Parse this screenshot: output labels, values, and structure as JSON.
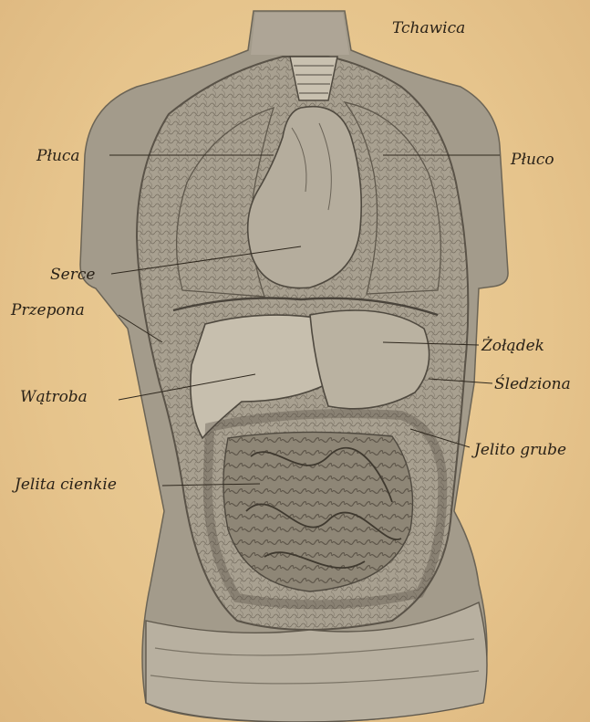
{
  "labels": {
    "tchawica": "Tchawica",
    "pluca_left": "Płuca",
    "pluca_right": "Płuco",
    "serce": "Serce",
    "przepona": "Przepona",
    "zoladek": "Żołądek",
    "watroba": "Wątroba",
    "sledziona": "Śledziona",
    "jelito_grube": "Jelito grube",
    "jelita_cienkie": "Jelita cienkie"
  },
  "colors": {
    "paper": "#e8c893",
    "ink": "#2a2218",
    "shading": "#8a8070"
  }
}
